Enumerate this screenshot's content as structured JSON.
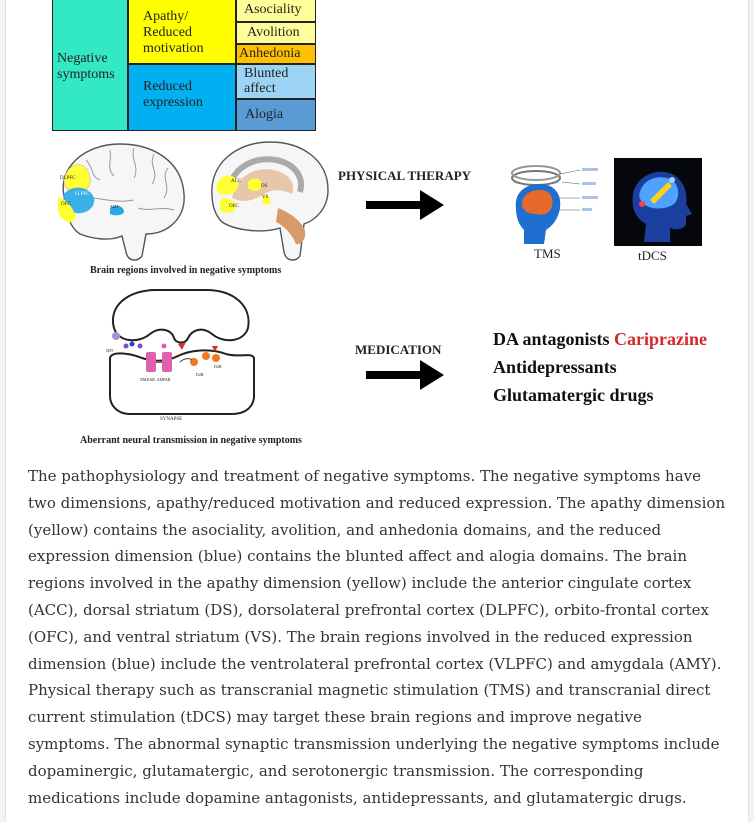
{
  "figure": {
    "table": {
      "negative": "Negative symptoms",
      "apathy": "Apathy/ Reduced motivation",
      "reduced_expression": "Reduced expression",
      "domains": {
        "asociality": "Asociality",
        "avolition": "Avolition",
        "anhedonia": "Anhedonia",
        "blunted_affect": "Blunted affect",
        "alogia": "Alogia"
      },
      "colors": {
        "negative": "#33e8c4",
        "apathy": "#ffff00",
        "domain_yellow": "#ffff99",
        "anhedonia": "#ffc000",
        "reduced": "#00b0f0",
        "blunted": "#9dd3f5",
        "alogia": "#5b9bd5"
      }
    },
    "brain_labels": {
      "dlpfc": "DLPFC",
      "vlpfc": "VLPFC",
      "ofc_left": "OFC",
      "amy": "AMY",
      "acc": "ACC",
      "ds": "DS",
      "vs": "VS",
      "ofc_right": "OFC"
    },
    "brain_caption": "Brain regions involved in negative symptoms",
    "physical_therapy": "PHYSICAL THERAPY",
    "tms": "TMS",
    "tdcs": "tDCS",
    "synapse_labels": {
      "ht5": "5HT",
      "nmdar_ampar": "NMDAR  AMPAR",
      "d2r_left": "D2R",
      "d2r_right": "D2R",
      "synapse": "SYNAPSE"
    },
    "synapse_caption": "Aberrant neural transmission in negative symptoms",
    "medication": "MEDICATION",
    "meds": {
      "da_antagonists": "DA antagonists",
      "cariprazine": "Cariprazine",
      "antidepressants": "Antidepressants",
      "glutamatergic": "Glutamatergic drugs"
    }
  },
  "caption": "The pathophysiology and treatment of negative symptoms. The negative symptoms have two dimensions, apathy/reduced motivation and reduced expression. The apathy dimension (yellow) contains the asociality, avolition, and anhedonia domains, and the reduced expression dimension (blue) contains the blunted affect and alogia domains. The brain regions involved in the apathy dimension (yellow) include the anterior cingulate cortex (ACC), dorsal striatum (DS), dorsolateral prefrontal cortex (DLPFC), orbito-frontal cortex (OFC), and ventral striatum (VS). The brain regions involved in the reduced expression dimension (blue) include the ventrolateral prefrontal cortex (VLPFC) and amygdala (AMY). Physical therapy such as transcranial magnetic stimulation (TMS) and transcranial direct current stimulation (tDCS) may target these brain regions and improve negative symptoms. The abnormal synaptic transmission underlying the negative symptoms include dopaminergic, glutamatergic, and serotonergic transmission. The corresponding medications include dopamine antagonists, antidepressants, and glutamatergic drugs."
}
